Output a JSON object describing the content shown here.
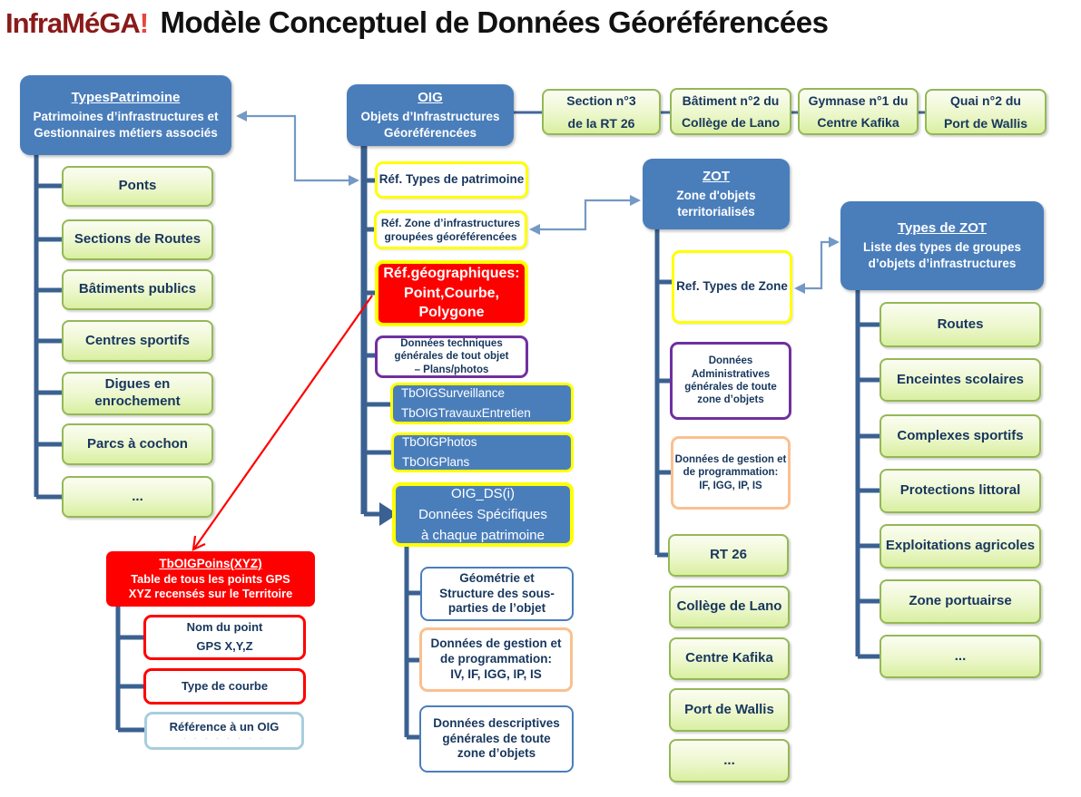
{
  "header": {
    "brand": "InfraMéGA",
    "bang": "!",
    "title": "Modèle Conceptuel de Données Géoréférencées"
  },
  "types_patrimoine": {
    "title": "TypesPatrimoine",
    "desc": "Patrimoines d’infrastructures et\nGestionnaires métiers associés",
    "items": [
      "Ponts",
      "Sections de Routes",
      "Bâtiments publics",
      "Centres sportifs",
      "Digues en\nenrochement",
      "Parcs à cochon",
      "..."
    ]
  },
  "oig": {
    "title": "OIG",
    "desc": "Objets d’Infrastructures\nGéoréférencées",
    "instances": [
      "Section n°3\nde la RT 26",
      "Bâtiment n°2 du\nCollège de Lano",
      "Gymnase n°1 du\nCentre Kafika",
      "Quai n°2 du\nPort de Wallis"
    ],
    "refs": {
      "types_patrimoine": "Réf. Types de patrimoine",
      "zone": "Réf. Zone d’infrastructures\ngroupées géoréférencées",
      "geo": "Réf.géographiques:\nPoint,Courbe,\nPolygone",
      "techniques": "Données techniques\ngénérales de tout objet\n– Plans/photos",
      "surveillance": "TbOIGSurveillance\nTbOIGTravauxEntretien",
      "photos": "TbOIGPhotos\nTbOIGPlans",
      "ds": "OIG_DS(i)\nDonnées Spécifiques\nà chaque patrimoine"
    },
    "ds_children": [
      "Géométrie et\nStructure des sous-\nparties de l’objet",
      "Données de gestion et\nde programmation:\nIV, IF, IGG, IP, IS",
      "Données descriptives\ngénérales de toute\nzone d’objets"
    ]
  },
  "zot": {
    "title": "ZOT",
    "desc": "Zone d'objets\nterritorialisés",
    "refs": {
      "types_zone": "Ref. Types de Zone",
      "admin": "Données\nAdministratives\ngénérales de toute\nzone d’objets",
      "gestion": "Données de gestion et\nde programmation:\nIF, IGG, IP, IS"
    },
    "instances": [
      "RT 26",
      "Collège de Lano",
      "Centre Kafika",
      "Port de Wallis",
      "..."
    ]
  },
  "types_zot": {
    "title": "Types de ZOT",
    "desc": "Liste des types de groupes\nd’objets d’infrastructures",
    "items": [
      "Routes",
      "Enceintes scolaires",
      "Complexes sportifs",
      "Protections littoral",
      "Exploitations agricoles",
      "Zone portuairse",
      "..."
    ]
  },
  "tboig_points": {
    "title": "TbOIGPoins(XYZ)",
    "desc": "Table de tous les points GPS\nXYZ recensés sur le Territoire",
    "fields": [
      "Nom du point\nGPS X,Y,Z",
      "Type de courbe",
      "Référence à un OIG"
    ],
    "faded_hint": "· · · · · · · ·"
  },
  "colors": {
    "blue_entity": "#4A7EBB",
    "tree_line": "#3A6191",
    "green_border": "#94B856",
    "yellow_border": "#FFFF00",
    "red": "#FF0000",
    "purple_border": "#7030A0",
    "orange_border": "#FAC090",
    "lightblue_border": "#A8CEDD",
    "arrow_blue": "#7399C6",
    "navy_text": "#17365D"
  }
}
